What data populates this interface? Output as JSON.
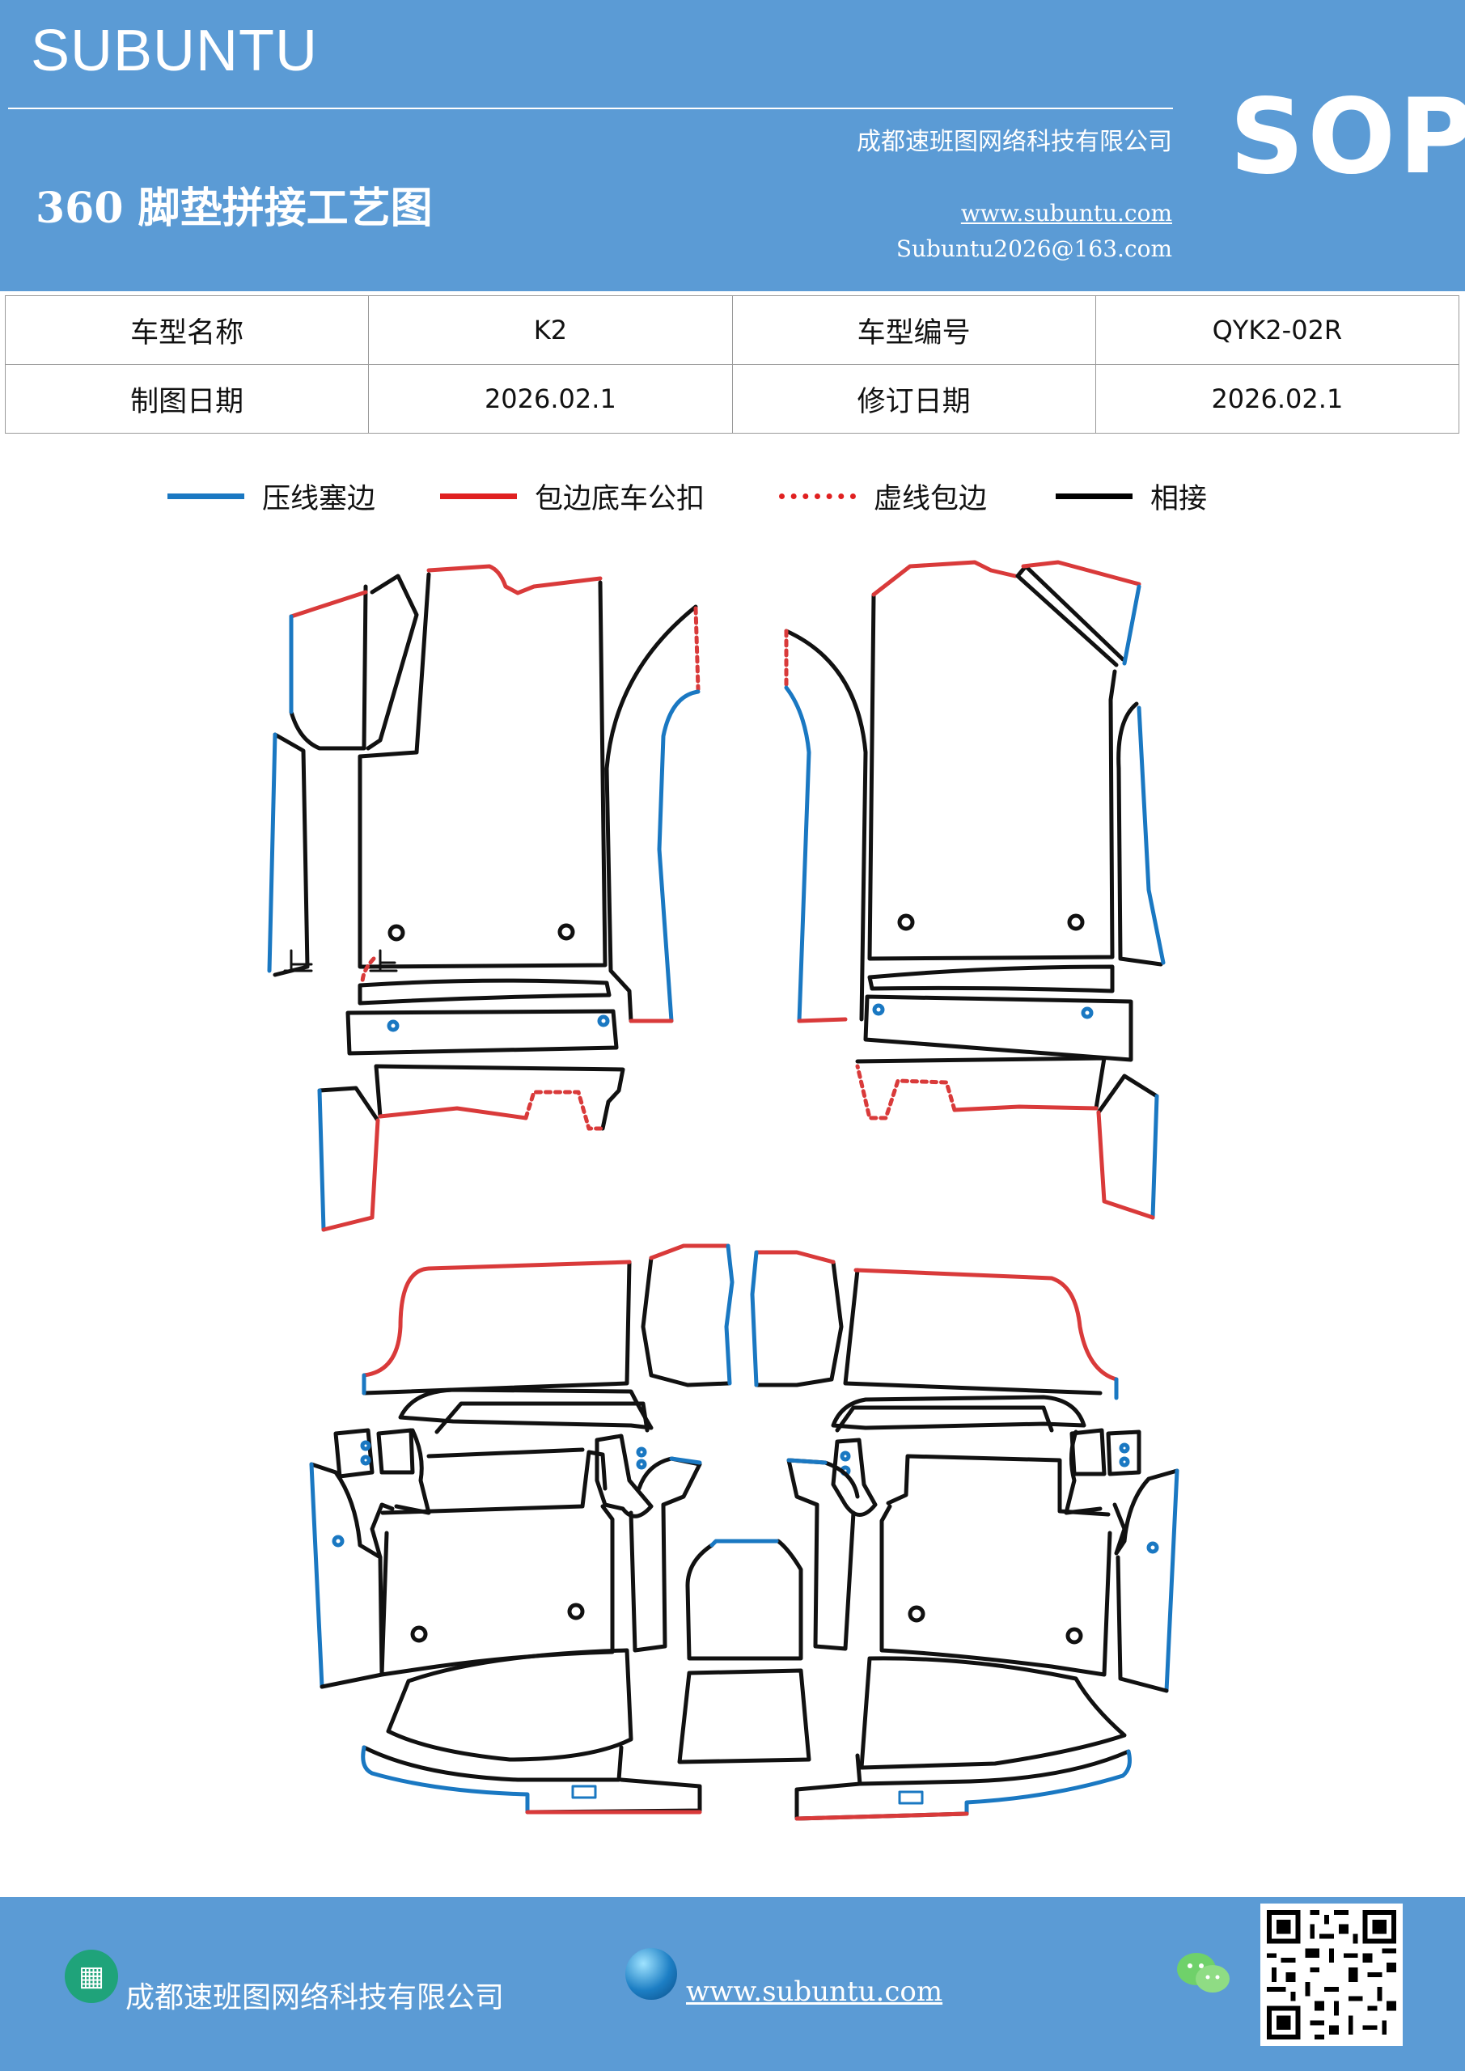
{
  "header": {
    "brand": "SUBUNTU",
    "company": "成都速班图网络科技有限公司",
    "title": "360 脚垫拼接工艺图",
    "website": "www.subuntu.com",
    "email": "Subuntu2026@163.com",
    "badge": "SOP"
  },
  "info_table": {
    "rows": [
      {
        "label1": "车型名称",
        "value1": "K2",
        "label2": "车型编号",
        "value2": "QYK2-02R"
      },
      {
        "label1": "制图日期",
        "value1": "2026.02.1",
        "label2": "修订日期",
        "value2": "2026.02.1"
      }
    ]
  },
  "legend": [
    {
      "label": "压线塞边",
      "color": "#1a78c2",
      "style": "solid"
    },
    {
      "label": "包边底车公扣",
      "color": "#e02020",
      "style": "solid"
    },
    {
      "label": "虚线包边",
      "color": "#e02020",
      "style": "dotted"
    },
    {
      "label": "相接",
      "color": "#000000",
      "style": "solid"
    }
  ],
  "colors": {
    "header_bg": "#5b9bd5",
    "blue_line": "#1a78c2",
    "red_line": "#d93a3a",
    "black_line": "#111111"
  },
  "footer": {
    "company": "成都速班图网络科技有限公司",
    "website": "www.subuntu.com",
    "icons": [
      "building-icon",
      "globe-icon",
      "wechat-icon",
      "qr-code"
    ]
  }
}
